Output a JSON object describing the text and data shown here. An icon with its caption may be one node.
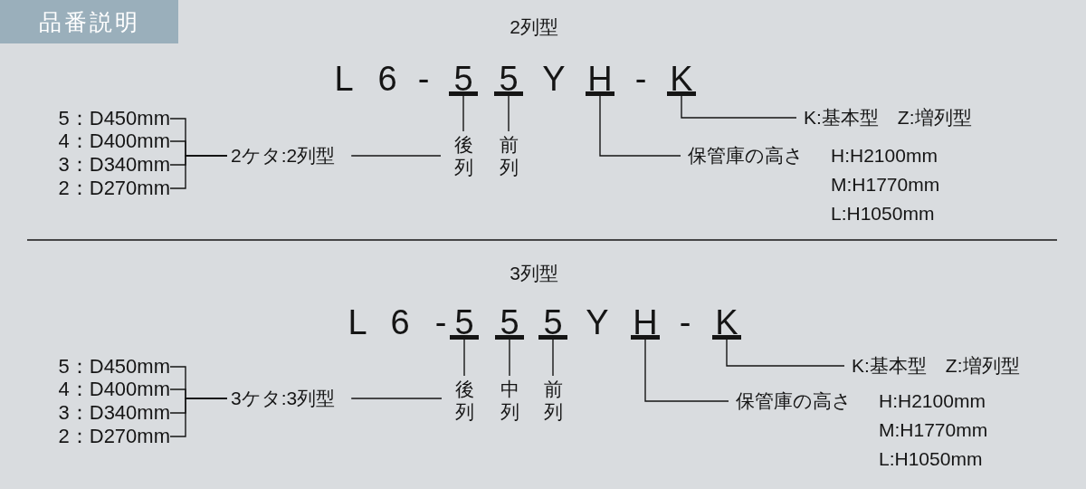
{
  "diagram": {
    "title": "品番説明",
    "nodes": [
      {
        "text": [
          "5：D450mm"
        ]
      },
      {
        "text": [
          "4：D400mm"
        ]
      },
      {
        "text": [
          "3：D340mm"
        ]
      },
      {
        "text": [
          "2：D270mm"
        ]
      },
      {
        "text": [
          "2ケタ:2列型"
        ]
      },
      {
        "text": [
          "5"
        ]
      },
      {
        "text": [
          "5"
        ]
      },
      {
        "text": [
          "H"
        ]
      },
      {
        "text": [
          "K"
        ]
      },
      {
        "text": [
          "後列"
        ]
      },
      {
        "text": [
          "前列"
        ]
      },
      {
        "text": [
          "K:基本型　Z:増列型"
        ]
      },
      {
        "text": [
          "保管庫の高さ"
        ]
      },
      {
        "text": [
          "5：D450mm"
        ]
      },
      {
        "text": [
          "4：D400mm"
        ]
      },
      {
        "text": [
          "3：D340mm"
        ]
      },
      {
        "text": [
          "2：D270mm"
        ]
      },
      {
        "text": [
          "3ケタ:3列型"
        ]
      },
      {
        "text": [
          "5"
        ]
      },
      {
        "text": [
          "5"
        ]
      },
      {
        "text": [
          "5"
        ]
      },
      {
        "text": [
          "H"
        ]
      },
      {
        "text": [
          "K"
        ]
      },
      {
        "text": [
          "後列"
        ]
      },
      {
        "text": [
          "中列"
        ]
      },
      {
        "text": [
          "前列"
        ]
      },
      {
        "text": [
          "K:基本型　Z:増列型"
        ]
      },
      {
        "text": [
          "保管庫の高さ"
        ]
      }
    ],
    "edges": [
      {
        "from": 0,
        "to": 4,
        "arrow": "none"
      },
      {
        "from": 1,
        "to": 4,
        "arrow": "none"
      },
      {
        "from": 2,
        "to": 4,
        "arrow": "none"
      },
      {
        "from": 3,
        "to": 4,
        "arrow": "none"
      },
      {
        "from": 4,
        "to": 9,
        "arrow": "none"
      },
      {
        "from": 5,
        "to": 9,
        "arrow": "other"
      },
      {
        "from": 6,
        "to": 10,
        "arrow": "other"
      },
      {
        "from": 7,
        "to": 12,
        "arrow": "other"
      },
      {
        "from": 8,
        "to": 11,
        "arrow": "other"
      },
      {
        "from": 13,
        "to": 17,
        "arrow": "none"
      },
      {
        "from": 14,
        "to": 17,
        "arrow": "none"
      },
      {
        "from": 15,
        "to": 17,
        "arrow": "none"
      },
      {
        "from": 16,
        "to": 17,
        "arrow": "none"
      },
      {
        "from": 17,
        "to": 23,
        "arrow": "none"
      },
      {
        "from": 18,
        "to": 23,
        "arrow": "other"
      },
      {
        "from": 19,
        "to": 24,
        "arrow": "other"
      },
      {
        "from": 20,
        "to": 25,
        "arrow": "other"
      },
      {
        "from": 21,
        "to": 27,
        "arrow": "other"
      },
      {
        "from": 22,
        "to": 26,
        "arrow": "other"
      }
    ],
    "labels": [
      "2列型",
      "L",
      "6",
      "-",
      "Y",
      "-",
      "H:H2100mm",
      "M:H1770mm",
      "L:H1050mm",
      "3列型",
      "L",
      "6",
      "-",
      "Y",
      "-",
      "H:H2100mm",
      "M:H1770mm",
      "L:H1050mm"
    ]
  }
}
